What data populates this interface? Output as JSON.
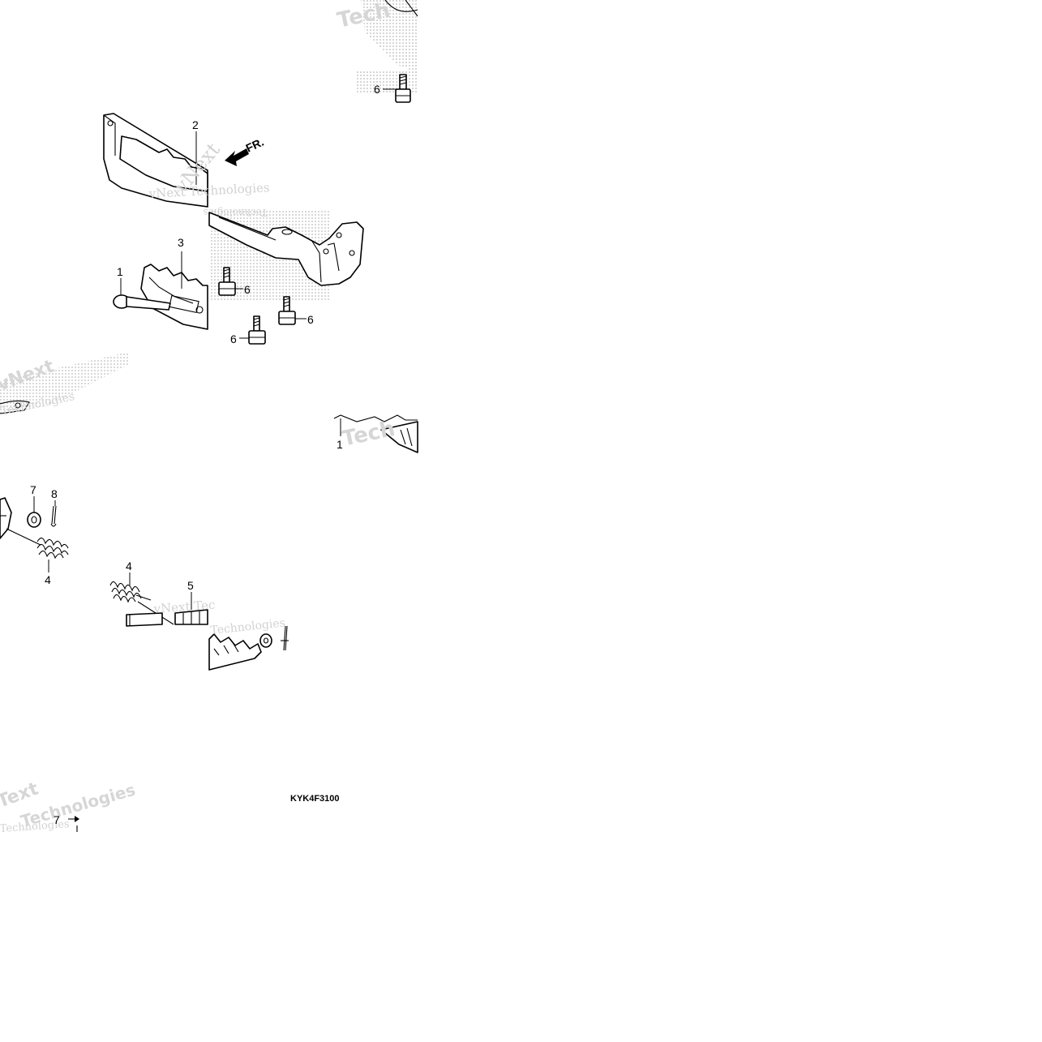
{
  "diagram": {
    "drawing_code": "KYK4F3100",
    "direction_label": "FR.",
    "callouts": [
      "1",
      "2",
      "3",
      "6",
      "6",
      "6",
      "6",
      "1",
      "7",
      "8",
      "4",
      "4",
      "5",
      "7"
    ],
    "watermarks": [
      "vNext Technologies",
      "Technologies",
      "Tech",
      "vNext",
      "Technologies",
      "vNext Tec",
      "Technologies",
      "Text",
      "Technologies"
    ]
  }
}
